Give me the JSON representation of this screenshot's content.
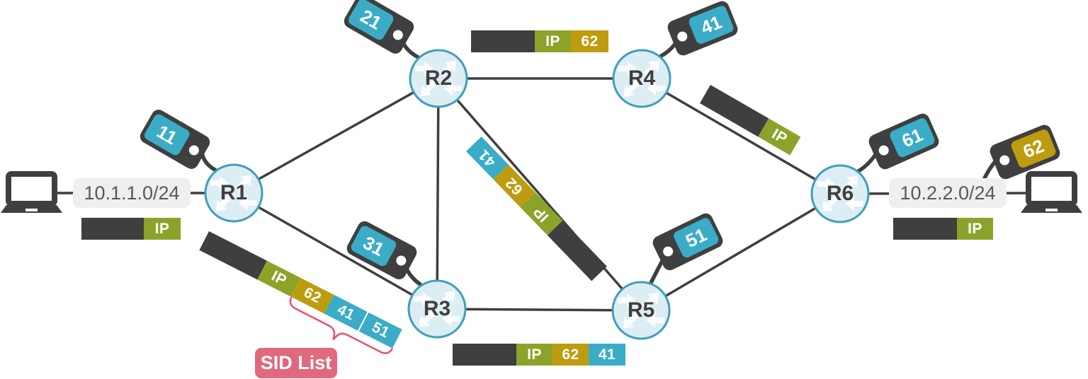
{
  "networks": {
    "left_prefix": "10.1.1.0/24",
    "right_prefix": "10.2.2.0/24"
  },
  "routers": {
    "r1": "R1",
    "r2": "R2",
    "r3": "R3",
    "r4": "R4",
    "r5": "R5",
    "r6": "R6"
  },
  "sid_tags": {
    "r1": "11",
    "r2": "21",
    "r3": "31",
    "r4": "41",
    "r5": "51",
    "r6": "61",
    "right_prefix": "62"
  },
  "packets": {
    "left_access": {
      "labels": [
        "IP"
      ]
    },
    "r2_r4_link": {
      "labels": [
        "IP",
        "62"
      ]
    },
    "r1_r3_link": {
      "labels": [
        "IP",
        "62",
        "41",
        "51"
      ]
    },
    "r2_r5_link": {
      "labels": [
        "IP",
        "62",
        "41"
      ]
    },
    "r4_r6_link": {
      "labels": [
        "IP"
      ]
    },
    "r3_r5_link": {
      "labels": [
        "IP",
        "62",
        "41"
      ]
    },
    "right_access": {
      "labels": [
        "IP"
      ]
    }
  },
  "annotations": {
    "sid_list_label": "SID List"
  },
  "colors": {
    "payload_dark": "#3f3f3f",
    "ip_green": "#8ca32a",
    "sid_gold": "#be9c10",
    "sid_teal": "#3bacc7",
    "router_fill": "#ddedf4",
    "router_border": "#3f9fbb",
    "prefix_label_bg": "#efefef",
    "prefix_label_text": "#595959",
    "annotation_pink": "#e0697d",
    "brace_pink": "#e8506c"
  }
}
